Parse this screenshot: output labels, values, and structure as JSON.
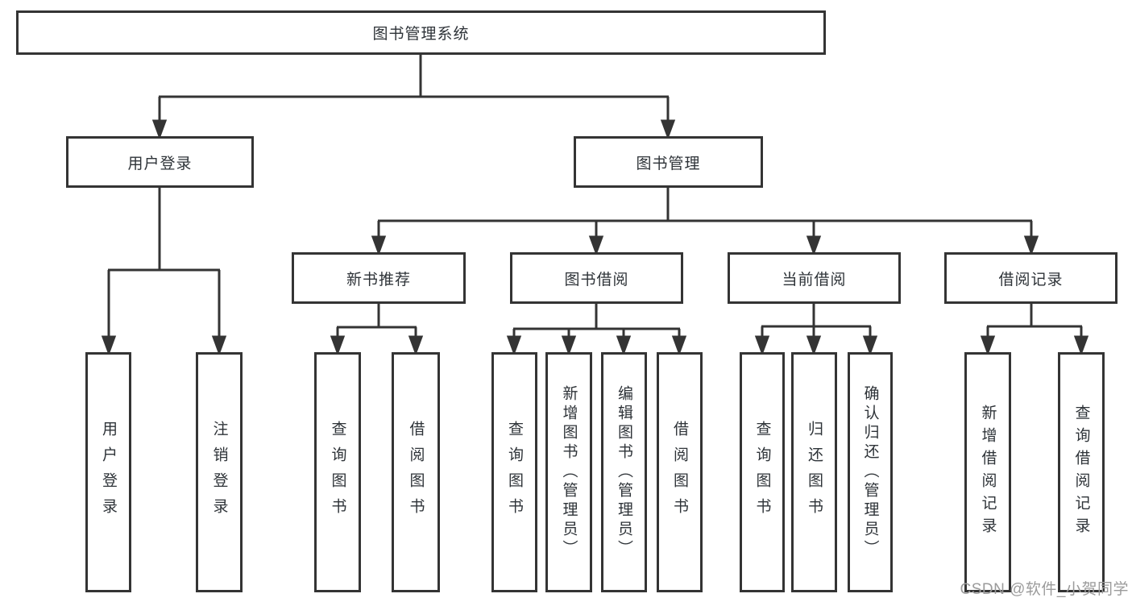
{
  "diagram": {
    "root": {
      "label": "图书管理系统"
    },
    "level2": [
      {
        "label": "用户登录"
      },
      {
        "label": "图书管理"
      }
    ],
    "level3": [
      {
        "label": "新书推荐"
      },
      {
        "label": "图书借阅"
      },
      {
        "label": "当前借阅"
      },
      {
        "label": "借阅记录"
      }
    ],
    "leaves": {
      "user_login": [
        {
          "label": "用户登录"
        },
        {
          "label": "注销登录"
        }
      ],
      "new_book": [
        {
          "label": "查询图书"
        },
        {
          "label": "借阅图书"
        }
      ],
      "book_borrow": [
        {
          "label": "查询图书"
        },
        {
          "label": "新增图书（管理员）"
        },
        {
          "label": "编辑图书（管理员）"
        },
        {
          "label": "借阅图书"
        }
      ],
      "current_borrow": [
        {
          "label": "查询图书"
        },
        {
          "label": "归还图书"
        },
        {
          "label": "确认归还（管理员）"
        }
      ],
      "borrow_records": [
        {
          "label": "新增借阅记录"
        },
        {
          "label": "查询借阅记录"
        }
      ]
    },
    "watermark": "CSDN @软件_小贺同学",
    "colors": {
      "border": "#343434",
      "line": "#343434",
      "text": "#2e3338",
      "watermark": "#9b9b9b",
      "background": "#ffffff"
    }
  }
}
